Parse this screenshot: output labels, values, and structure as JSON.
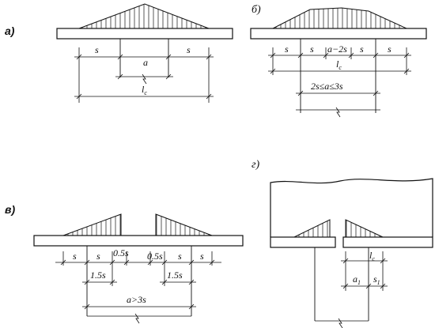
{
  "panels": {
    "a": {
      "label": "а)",
      "dims": {
        "s_left": "s",
        "a": "a",
        "s_right": "s",
        "lc": "l",
        "lc_sub": "c"
      }
    },
    "b": {
      "label": "б)",
      "dims": {
        "s1": "s",
        "s2": "s",
        "mid": "a−2s",
        "s3": "s",
        "s4": "s",
        "lc": "l",
        "lc_sub": "c",
        "range": "2s≤a≤3s"
      }
    },
    "v": {
      "label": "в)",
      "dims": {
        "s1": "s",
        "s2": "s",
        "half_left": "0.5s",
        "half_right": "0.5s",
        "s3": "s",
        "s4": "s",
        "one_half_left": "1.5s",
        "one_half_right": "1.5s",
        "range": "a>3s"
      }
    },
    "g": {
      "label": "г)",
      "dims": {
        "lc": "l",
        "lc_sub": "c",
        "a1": "a",
        "a1_sub": "1",
        "s1": "s",
        "s1_sub": "1"
      }
    }
  }
}
